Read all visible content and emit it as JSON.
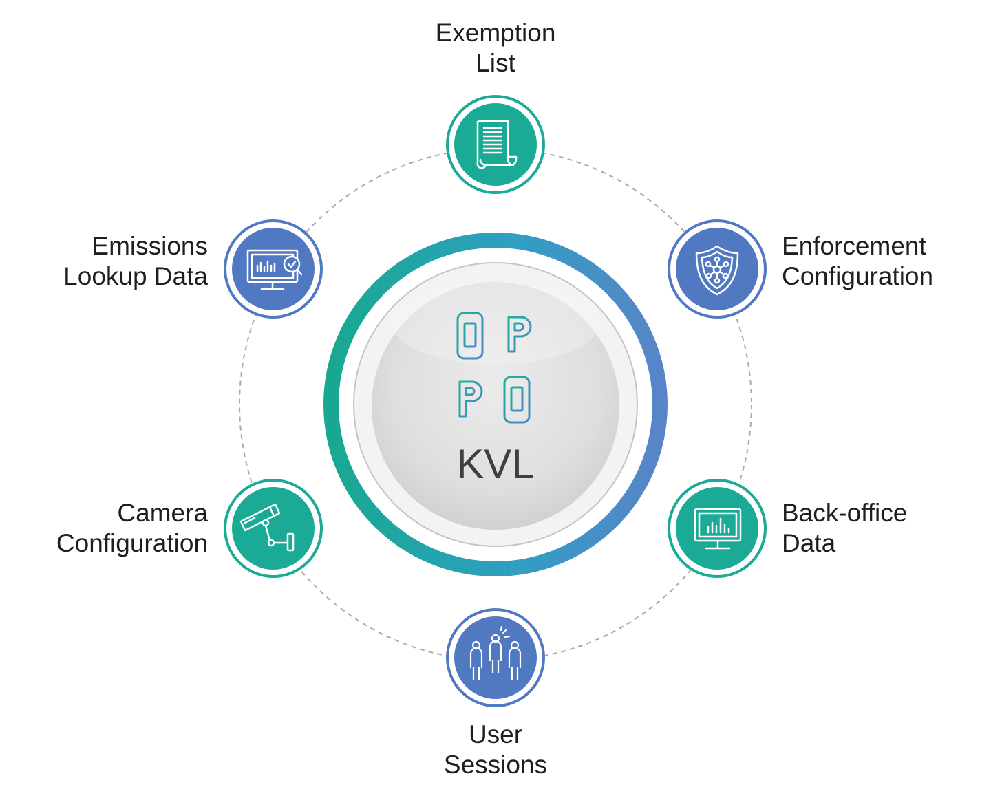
{
  "center": {
    "label": "KVL",
    "icon": "parking-grid-icon"
  },
  "nodes": {
    "exemption_list": {
      "lines": [
        "Exemption",
        "List"
      ],
      "icon": "document-scroll-icon",
      "color": "#1aaa96"
    },
    "enforcement_configuration": {
      "lines": [
        "Enforcement",
        "Configuration"
      ],
      "icon": "shield-network-icon",
      "color": "#5179c1"
    },
    "back_office_data": {
      "lines": [
        "Back-office",
        "Data"
      ],
      "icon": "monitor-chart-icon",
      "color": "#1aaa96"
    },
    "user_sessions": {
      "lines": [
        "User",
        "Sessions"
      ],
      "icon": "people-icon",
      "color": "#5179c1"
    },
    "camera_configuration": {
      "lines": [
        "Camera",
        "Configuration"
      ],
      "icon": "security-camera-icon",
      "color": "#1aaa96"
    },
    "emissions_lookup_data": {
      "lines": [
        "Emissions",
        "Lookup Data"
      ],
      "icon": "monitor-search-icon",
      "color": "#5179c1"
    }
  },
  "colors": {
    "teal": "#1aaa96",
    "blue": "#5179c1",
    "ring_gradient_start": "#1aaa96",
    "ring_gradient_end": "#4f86cc",
    "text": "#1e1e1e"
  }
}
